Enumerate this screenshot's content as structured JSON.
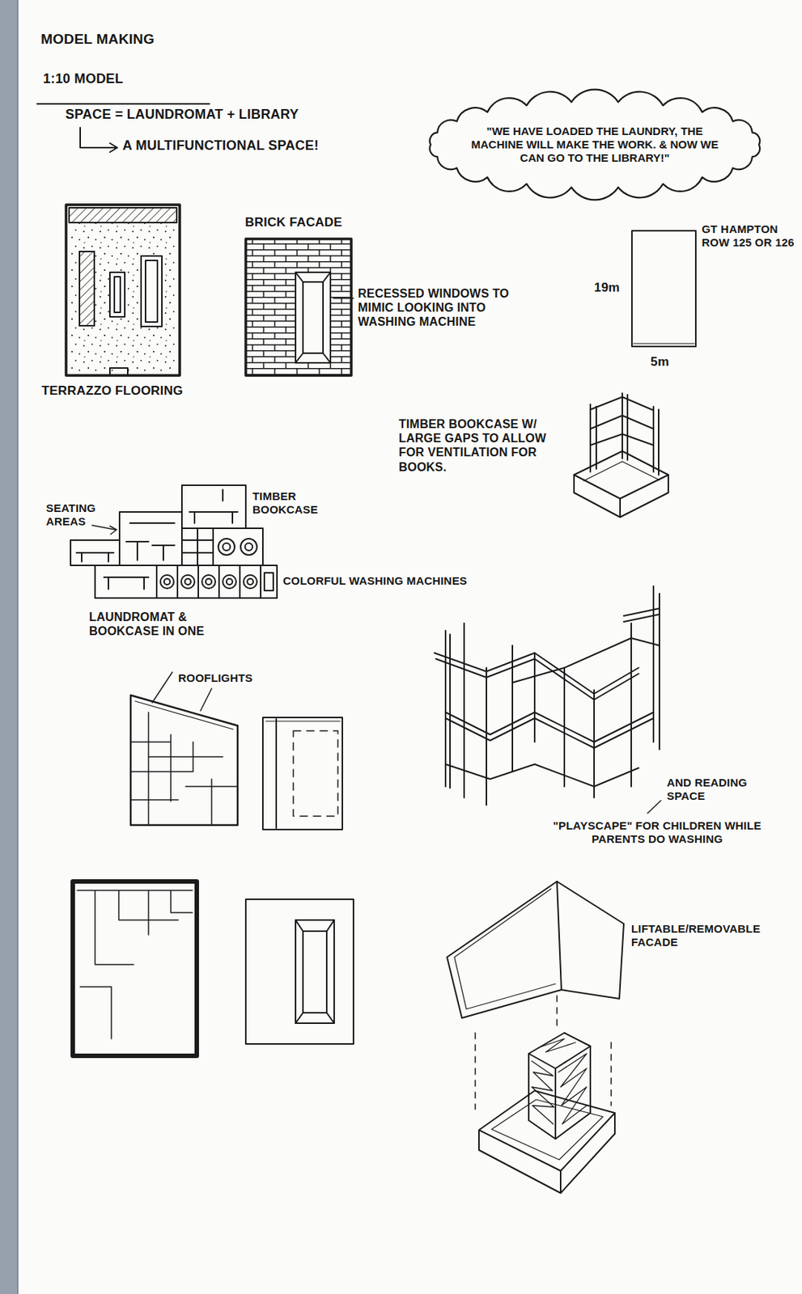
{
  "diagram": {
    "title": "MODEL MAKING",
    "nodes": [
      {
        "text": [
          "\"WE HAVE LOADED THE LAUNDRY, THE MACHINE WILL MAKE THE WORK. & NOW WE CAN GO TO THE LIBRARY!\""
        ]
      }
    ],
    "labels": [
      "1:10 MODEL",
      "SPACE = LAUNDROMAT + LIBRARY",
      "A MULTIFUNCTIONAL SPACE!",
      "TERRAZZO FLOORING",
      "BRICK FACADE",
      "RECESSED WINDOWS TO MIMIC LOOKING INTO WASHING MACHINE",
      "GT HAMPTON ROW 125 OR 126",
      "19m",
      "5m",
      "TIMBER BOOKCASE W/ LARGE GAPS TO ALLOW FOR VENTILATION FOR BOOKS.",
      "SEATING AREAS",
      "TIMBER BOOKCASE",
      "COLORFUL WASHING MACHINES",
      "LAUNDROMAT & BOOKCASE IN ONE",
      "ROOFLIGHTS",
      "AND READING SPACE",
      "\"PLAYSCAPE\" FOR CHILDREN WHILE PARENTS DO WASHING",
      "LIFTABLE/REMOVABLE FACADE"
    ]
  }
}
